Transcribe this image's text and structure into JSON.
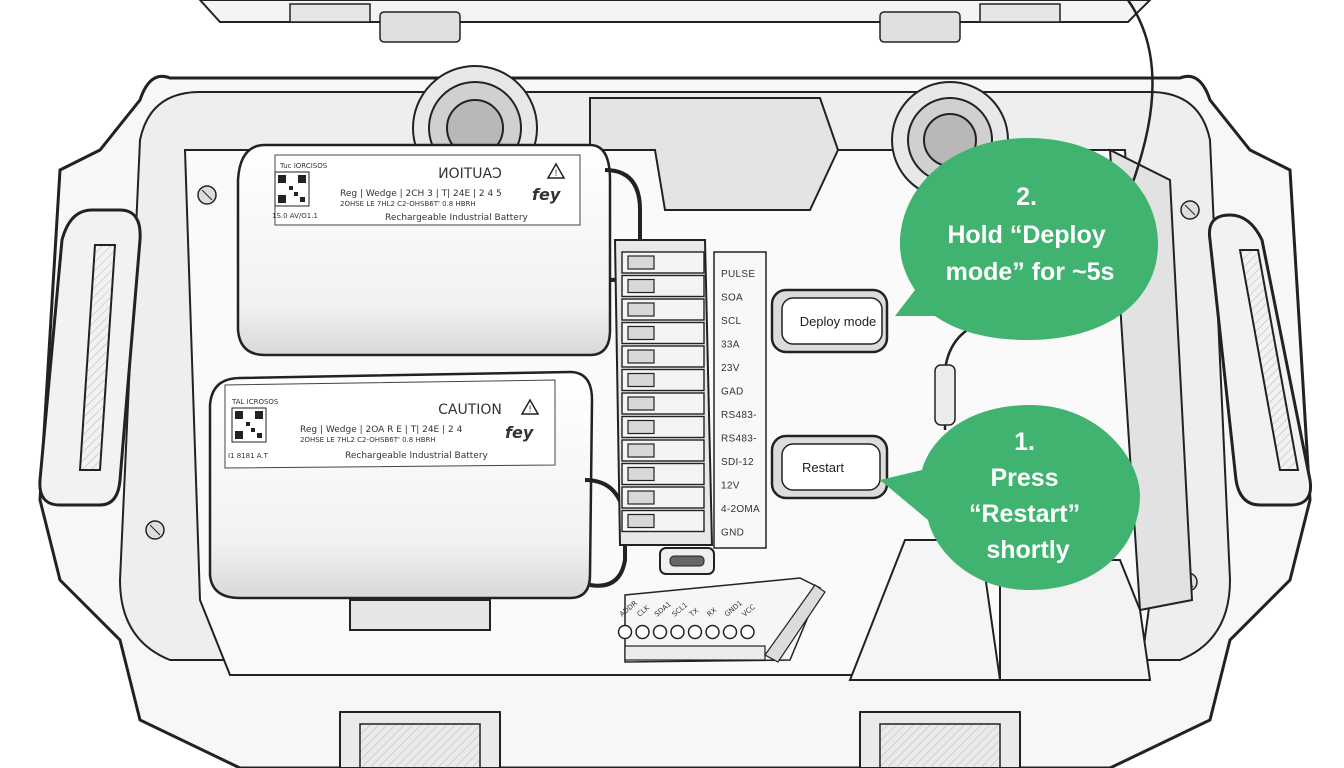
{
  "battery_top": {
    "caution": "CAUTION",
    "brand": "fey",
    "line1": "Reg | Wedge | 2CH 3 | T| 24E | 2 4 5",
    "line2": "2OHSE LE 7HL2 C2-OHSB6T' 0.8 HBRH",
    "line3": "Rechargeable Industrial Battery",
    "side": "Tuc IORCISOS",
    "code": "1S.0 AV/O1.1"
  },
  "battery_bottom": {
    "caution": "CAUTION",
    "brand": "fey",
    "line1": "Reg | Wedge | 2OA R E | T| 24E | 2 4",
    "line2": "2OHSE LE 7HL2 C2-OHSB6T' 0.8 HBRH",
    "line3": "Rechargeable Industrial Battery",
    "side": "TAL ICROSOS",
    "code": "I1 8181 A.T"
  },
  "terminals": [
    "PULSE",
    "SOA",
    "SCL",
    "33A",
    "23V",
    "GAD",
    "RS483-",
    "RS483-",
    "SDI-12",
    "12V",
    "4-2OMA",
    "GND"
  ],
  "buttons": {
    "deploy": "Deploy mode",
    "restart": "Restart"
  },
  "callouts": {
    "step2": [
      "2.",
      "Hold “Deploy",
      "mode” for ~5s"
    ],
    "step1": [
      "1.",
      "Press",
      "“Restart”",
      "shortly"
    ]
  },
  "pcb_labels": [
    "ADDR",
    "CLK",
    "SDA1",
    "SCL1",
    "TX",
    "RX",
    "GND1",
    "VCC"
  ],
  "colors": {
    "callout": "#3FB36F",
    "outline": "#222222",
    "shade": "#d6d6d6"
  }
}
